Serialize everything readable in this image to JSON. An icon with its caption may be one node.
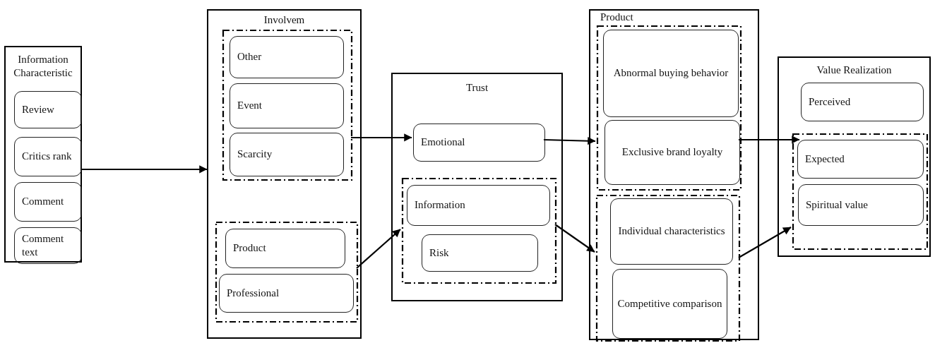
{
  "diagram": {
    "nodes": [
      {
        "text": [
          "Information Characteristic"
        ]
      },
      {
        "text": [
          "Review"
        ],
        "in": 0
      },
      {
        "text": [
          "Critics rank"
        ],
        "in": 0
      },
      {
        "text": [
          "Comment"
        ],
        "in": 0
      },
      {
        "text": [
          "Comment text"
        ],
        "in": 0
      },
      {
        "text": [
          "Involvem"
        ]
      },
      {
        "text": [],
        "shape": "box",
        "in": 5
      },
      {
        "text": [
          "Other"
        ],
        "in": 6
      },
      {
        "text": [
          "Event"
        ],
        "in": 6
      },
      {
        "text": [
          "Scarcity"
        ],
        "in": 6
      },
      {
        "text": [],
        "shape": "box",
        "in": 5
      },
      {
        "text": [
          "Product"
        ],
        "in": 10
      },
      {
        "text": [
          "Professional"
        ],
        "in": 10
      },
      {
        "text": [
          "Trust"
        ]
      },
      {
        "text": [
          "Emotional"
        ],
        "in": 13
      },
      {
        "text": [],
        "shape": "box",
        "in": 13
      },
      {
        "text": [
          "Information"
        ],
        "in": 15
      },
      {
        "text": [
          "Risk"
        ],
        "in": 15
      },
      {
        "text": [
          "Product"
        ]
      },
      {
        "text": [],
        "shape": "box",
        "in": 18
      },
      {
        "text": [
          "Abnormal buying behavior"
        ],
        "in": 19
      },
      {
        "text": [
          "Exclusive brand loyalty"
        ],
        "in": 19
      },
      {
        "text": [],
        "shape": "box",
        "in": 18
      },
      {
        "text": [
          "Individual characteristics"
        ],
        "in": 22
      },
      {
        "text": [
          "Competitive comparison"
        ],
        "in": 22
      },
      {
        "text": [
          "Value Realization"
        ]
      },
      {
        "text": [
          "Perceived"
        ],
        "in": 25
      },
      {
        "text": [],
        "shape": "box",
        "in": 25
      },
      {
        "text": [
          "Expected"
        ],
        "in": 27
      },
      {
        "text": [
          "Spiritual value"
        ],
        "in": 27
      }
    ],
    "edges": [
      {
        "from": 0,
        "to": 5,
        "arrow": "to"
      },
      {
        "from": 6,
        "to": 14,
        "arrow": "to"
      },
      {
        "from": 10,
        "to": 15,
        "arrow": "to"
      },
      {
        "from": 14,
        "to": 19,
        "arrow": "to"
      },
      {
        "from": 15,
        "to": 22,
        "arrow": "to"
      },
      {
        "from": 21,
        "to": 26,
        "arrow": "to"
      },
      {
        "from": 22,
        "to": 27,
        "arrow": "to"
      }
    ]
  }
}
